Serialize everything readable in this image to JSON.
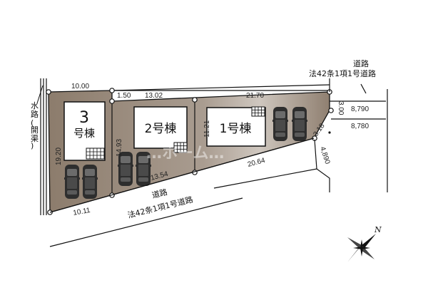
{
  "plan": {
    "colors": {
      "lot_fill": "#8f7f70",
      "lot_fill_light": "#d6cfc8",
      "building_fill": "#ffffff",
      "line": "#111111",
      "car": "#3a3a3a"
    },
    "buildings": [
      {
        "id": "3",
        "number": "3",
        "suffix": "号棟"
      },
      {
        "id": "2",
        "label": "2号棟"
      },
      {
        "id": "1",
        "label": "1号棟"
      }
    ],
    "dimensions": {
      "top_lot3": "10.00",
      "top_gap": "1.50",
      "top_lot2": "13.02",
      "top_lot1": "21.70",
      "left_side": "19.20",
      "lot2_divider": "14.93",
      "lot1_divider": "11.21",
      "bottom_lot3": "10.11",
      "bottom_lot2": "13.54",
      "bottom_lot1": "20.64",
      "right_side": "3.00",
      "corner_cut": "3.18",
      "road_width_top": "8,790",
      "road_width_bottom": "8,780",
      "diag_road_width": "4,890"
    },
    "roads": {
      "top_right": {
        "line1": "道路",
        "line2": "法42条1項1号道路"
      },
      "bottom": {
        "line1": "道路",
        "line2": "法42条1項1号道路"
      }
    },
    "waterway": {
      "label": "水路(開渠)"
    },
    "compass": {
      "label": "N"
    },
    "watermark": "…ホーム…"
  }
}
